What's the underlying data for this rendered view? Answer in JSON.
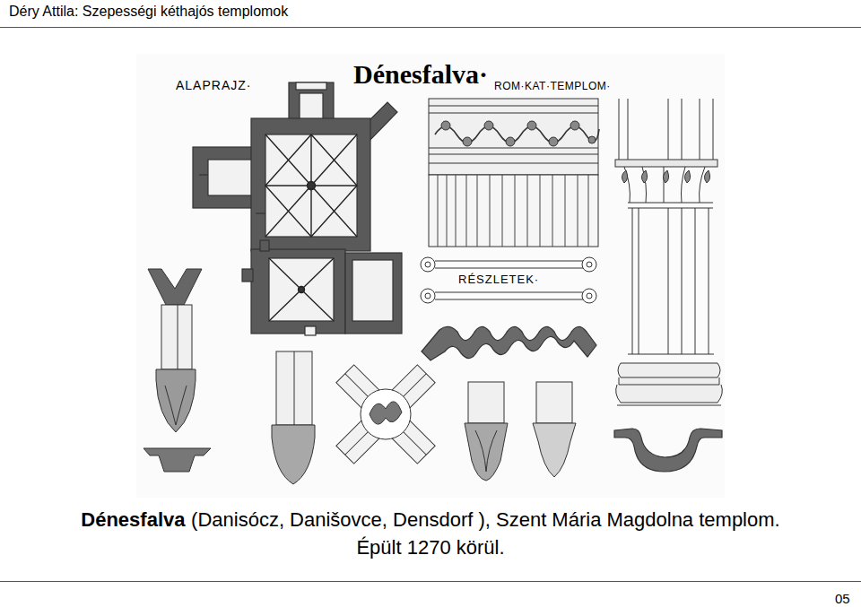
{
  "diagram": {
    "title": "Déry Attila: Szepességi kéthajós templomok",
    "labels": [
      "ALAPRAJZ·",
      "Dénesfalva·",
      "ROM·KAT·TEMPLOM·",
      "RÉSZLETEK·",
      "Dénesfalva",
      "(Danisócz, Danišovce, Densdorf ), Szent Mária Magdolna templom.",
      "Épült 1270 körül.",
      "05"
    ]
  }
}
